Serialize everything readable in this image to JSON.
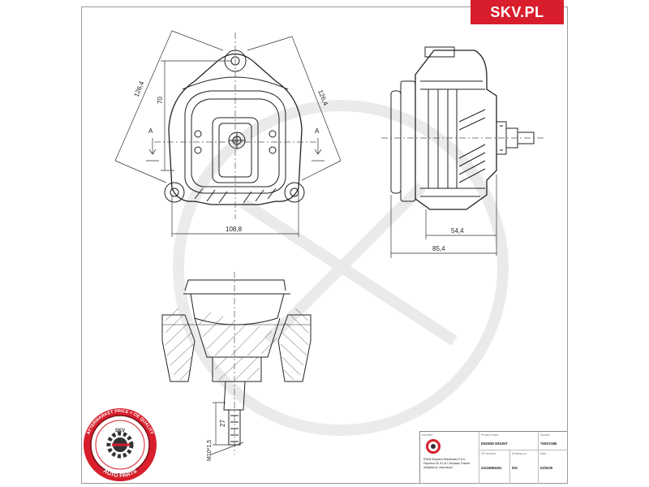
{
  "brand": {
    "label": "SKV.PL",
    "color": "#d81e2c"
  },
  "front_view": {
    "dim_diagonal_left": "126,4",
    "dim_diagonal_right": "126,4",
    "dim_height": "70",
    "dim_width": "108,8",
    "section_left": "A",
    "section_right": "A"
  },
  "side_view": {
    "dim_inner": "54,4",
    "dim_outer": "85,4"
  },
  "section_view": {
    "dim_stud": "27",
    "thread_label": "M10*1,5"
  },
  "seal": {
    "top_text": "AFTERMARKET PRICE = OE QUALITY",
    "bottom_text": "AUTO PARTS",
    "center": "SKV",
    "color": "#d81e2c"
  },
  "title_block": {
    "importer_header": "Importer",
    "importer_lines": [
      "ESEN Wojciech Wiśniewski S.K.A.",
      "Paprotna 33, 51-117 Wrocław, Poland",
      "info@skv.pl, www.skv.pl"
    ],
    "product_header": "Product name",
    "product_name": "ENGINE MOUNT",
    "symbol_header": "Symbol",
    "symbol": "75SKV285",
    "oe_header": "OE Number",
    "oe_number": "22116854251",
    "drawing_header": "Drawing no.",
    "drawing_number": "001",
    "date_header": "Date",
    "date": "03/2025"
  }
}
